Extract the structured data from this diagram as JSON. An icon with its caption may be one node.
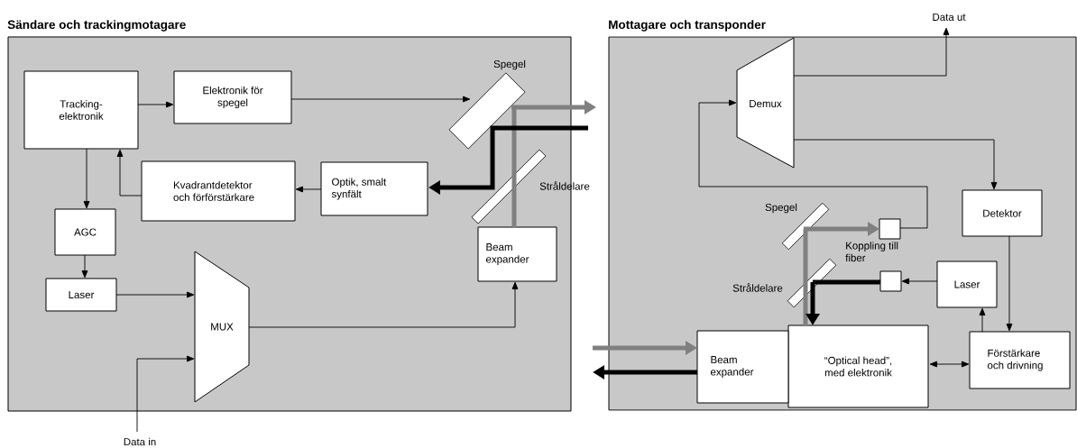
{
  "diagram": {
    "nodes": [
      {
        "text": [
          "Sändare och trackingmotagare"
        ]
      },
      {
        "text": [
          "Tracking-elektronik"
        ],
        "in": 0
      },
      {
        "text": [
          "Elektronik för spegel"
        ],
        "in": 0
      },
      {
        "text": [
          "Spegel"
        ],
        "in": 0
      },
      {
        "text": [
          "Kvadrantdetektor och förförstärkare"
        ],
        "in": 0
      },
      {
        "text": [
          "Optik, smalt synfält"
        ],
        "in": 0
      },
      {
        "text": [
          "Stråldelare"
        ],
        "in": 0
      },
      {
        "text": [
          "AGC"
        ],
        "in": 0
      },
      {
        "text": [
          "Laser"
        ],
        "in": 0
      },
      {
        "text": [
          "MUX"
        ],
        "in": 0
      },
      {
        "text": [
          "Beam expander"
        ],
        "in": 0
      },
      {
        "text": [
          "Data in"
        ]
      },
      {
        "text": [
          "Mottagare och transponder"
        ]
      },
      {
        "text": [
          "Data ut"
        ]
      },
      {
        "text": [
          "Demux"
        ],
        "in": 12
      },
      {
        "text": [
          "Detektor"
        ],
        "in": 12
      },
      {
        "text": [
          "Spegel"
        ],
        "in": 12
      },
      {
        "text": [],
        "shape": "box",
        "in": 12
      },
      {
        "text": [
          "Stråldelare"
        ],
        "in": 12
      },
      {
        "text": [],
        "shape": "box",
        "in": 12
      },
      {
        "text": [
          "Laser"
        ],
        "in": 12
      },
      {
        "text": [
          "Förstärkare och drivning"
        ],
        "in": 12
      },
      {
        "text": [
          "“Optical head”, med elektronik"
        ],
        "in": 12
      },
      {
        "text": [
          "Beam expander"
        ],
        "in": 12
      }
    ],
    "edges": [
      {
        "from": 1,
        "to": 2,
        "arrow": "to"
      },
      {
        "from": 2,
        "to": 3,
        "arrow": "to"
      },
      {
        "from": 5,
        "to": 4,
        "arrow": "to"
      },
      {
        "from": 4,
        "to": 1,
        "arrow": "to"
      },
      {
        "from": 1,
        "to": 7,
        "arrow": "to"
      },
      {
        "from": 7,
        "to": 8,
        "arrow": "to"
      },
      {
        "from": 8,
        "to": 9,
        "arrow": "to"
      },
      {
        "from": 11,
        "to": 9,
        "arrow": "to"
      },
      {
        "from": 9,
        "to": 10,
        "arrow": "to"
      },
      {
        "from": 10,
        "to": 3,
        "arrow": "none",
        "style": "thick",
        "color": "#808080"
      },
      {
        "from": 3,
        "to": null,
        "arrow": "to",
        "style": "thick",
        "color": "#808080"
      },
      {
        "from": null,
        "to": 5,
        "arrow": "to",
        "style": "thick"
      },
      {
        "from": 14,
        "to": 13,
        "arrow": "to"
      },
      {
        "from": 14,
        "to": 15,
        "arrow": "to"
      },
      {
        "from": 17,
        "to": 14,
        "arrow": "to"
      },
      {
        "from": 20,
        "to": 19,
        "arrow": "to"
      },
      {
        "from": 15,
        "to": 21,
        "arrow": "to"
      },
      {
        "from": 21,
        "to": 20,
        "arrow": "to"
      },
      {
        "from": 22,
        "to": 21,
        "arrow": "both"
      },
      {
        "from": 22,
        "to": 16,
        "arrow": "none",
        "style": "thick",
        "color": "#808080"
      },
      {
        "from": 16,
        "to": 17,
        "arrow": "to",
        "style": "thick",
        "color": "#808080"
      },
      {
        "from": 19,
        "to": 18,
        "arrow": "none",
        "style": "thick"
      },
      {
        "from": 18,
        "to": 22,
        "arrow": "to",
        "style": "thick"
      },
      {
        "from": null,
        "to": 23,
        "arrow": "to",
        "style": "thick",
        "color": "#808080"
      },
      {
        "from": 23,
        "to": null,
        "arrow": "to",
        "style": "thick"
      }
    ],
    "labels": [
      "Koppling till fiber"
    ]
  }
}
